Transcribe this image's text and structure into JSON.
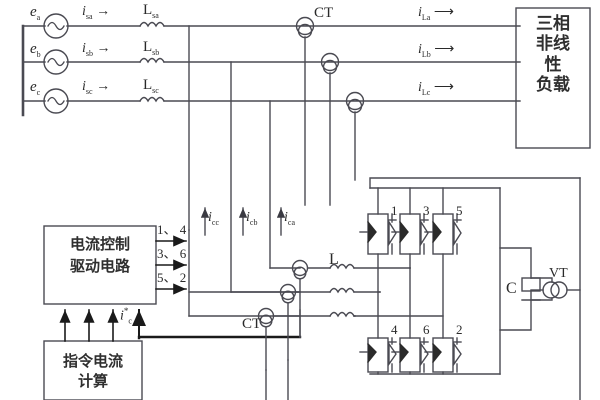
{
  "diagram": {
    "title": "Three-phase shunt active power filter schematic",
    "stroke_color": "#4a4a52",
    "background": "#ffffff"
  },
  "sources": [
    {
      "name": "source-ea",
      "label": "e",
      "sub": "a"
    },
    {
      "name": "source-eb",
      "label": "e",
      "sub": "b"
    },
    {
      "name": "source-ec",
      "label": "e",
      "sub": "c"
    }
  ],
  "source_currents": [
    {
      "label": "i",
      "sub": "sa",
      "arrow": "→"
    },
    {
      "label": "i",
      "sub": "sb",
      "arrow": "→"
    },
    {
      "label": "i",
      "sub": "sc",
      "arrow": "→"
    }
  ],
  "line_inductors": [
    {
      "label": "L",
      "sub": "sa"
    },
    {
      "label": "L",
      "sub": "sb"
    },
    {
      "label": "L",
      "sub": "sc"
    }
  ],
  "load_currents": [
    {
      "label": "i",
      "sub": "La",
      "arrow": "⟶"
    },
    {
      "label": "i",
      "sub": "Lb",
      "arrow": "⟶"
    },
    {
      "label": "i",
      "sub": "Lc",
      "arrow": "⟶"
    }
  ],
  "load_box": {
    "lines": [
      "三相",
      "非线",
      "性",
      "负载"
    ],
    "full_text": "三相非线性负载"
  },
  "ct_labels": {
    "top": "CT",
    "bottom": "CT"
  },
  "comp_currents": [
    {
      "label": "i",
      "sub": "cc",
      "arrow": "↑"
    },
    {
      "label": "i",
      "sub": "cb",
      "arrow": "↑"
    },
    {
      "label": "i",
      "sub": "ca",
      "arrow": "↑"
    }
  ],
  "control_box": {
    "lines": [
      "电流控制",
      "驱动电路"
    ],
    "full_text": "电流控制驱动电路"
  },
  "command_box": {
    "lines": [
      "指令电流",
      "计算"
    ],
    "full_text": "指令电流计算"
  },
  "gate_signals": [
    {
      "text": "1、 4"
    },
    {
      "text": "3、 6"
    },
    {
      "text": "5、 2"
    }
  ],
  "feedback_signal": {
    "label": "i",
    "sup": "*",
    "sub": "c"
  },
  "coupling_inductor": {
    "label": "L"
  },
  "bridge_devices": {
    "upper": [
      "1",
      "3",
      "5"
    ],
    "lower": [
      "4",
      "6",
      "2"
    ]
  },
  "dc_capacitor": {
    "label": "C"
  },
  "voltage_transformer": {
    "label": "VT"
  }
}
